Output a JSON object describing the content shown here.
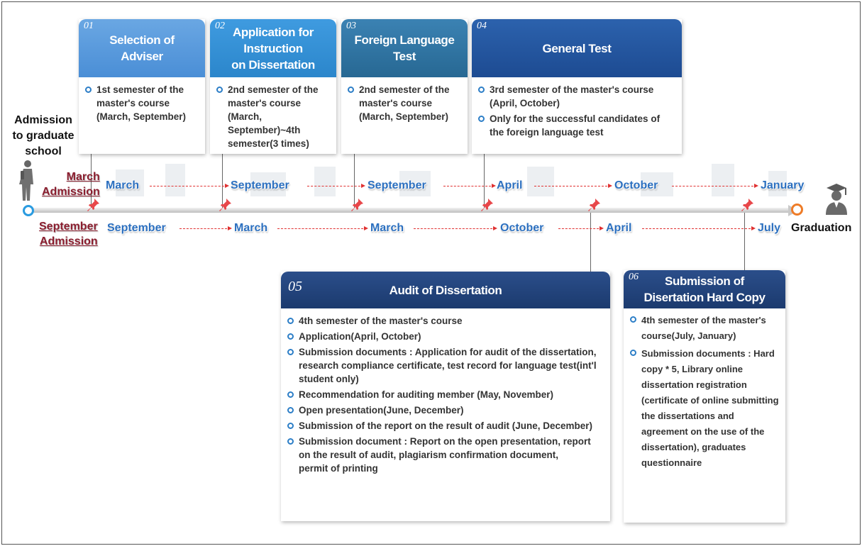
{
  "start": {
    "label": "Admission\nto graduate\nschool"
  },
  "end": {
    "label": "Graduation"
  },
  "admissions": {
    "march": "March\nAdmission",
    "september": "September\nAdmission"
  },
  "timeline": {
    "march_row": [
      "March",
      "September",
      "September",
      "April",
      "October",
      "January"
    ],
    "september_row": [
      "September",
      "March",
      "March",
      "October",
      "April",
      "July"
    ]
  },
  "colors": {
    "step1": "#4a90d9",
    "step2": "#2f8ccf",
    "step3": "#2a6e9c",
    "step4": "#1f4e96",
    "step5": "#1b3a6e",
    "step6": "#1b3a6e",
    "month_text": "#2b6fbf",
    "admission_text": "#8b1e2f",
    "arrow": "#e03131",
    "pin": "#e8474a",
    "bullet": "#2c7ec7"
  },
  "steps": [
    {
      "num": "01",
      "title": "Selection of\nAdviser",
      "bullets": [
        "1st semester of the master's course (March, September)"
      ]
    },
    {
      "num": "02",
      "title": "Application for\nInstruction\non Dissertation",
      "bullets": [
        "2nd semester of the master's course (March, September)~4th semester(3 times)"
      ]
    },
    {
      "num": "03",
      "title": "Foreign Language\nTest",
      "bullets": [
        "2nd semester of the master's course (March, September)"
      ]
    },
    {
      "num": "04",
      "title": "General Test",
      "bullets": [
        "3rd semester of the master's course\n(April, October)",
        "Only for the successful candidates of the foreign language test"
      ]
    },
    {
      "num": "05",
      "title": "Audit of Dissertation",
      "bullets": [
        "4th semester of the master's course",
        "Application(April, October)",
        "Submission documents : Application for audit of the dissertation, research compliance certificate, test record for language test(int'l student only)",
        "Recommendation for auditing member (May, November)",
        "Open presentation(June, December)",
        "Submission of the report on the result of audit (June, December)",
        "Submission document : Report on the open presentation, report on the result of audit, plagiarism confirmation document,\npermit of printing"
      ]
    },
    {
      "num": "06",
      "title": "Submission of\nDisertation Hard Copy",
      "bullets": [
        "4th semester of the master's course(July, January)",
        "Submission documents : Hard copy * 5, Library online dissertation registration (certificate of online submitting the dissertations and agreement on the use of the dissertation), graduates questionnaire"
      ]
    }
  ]
}
